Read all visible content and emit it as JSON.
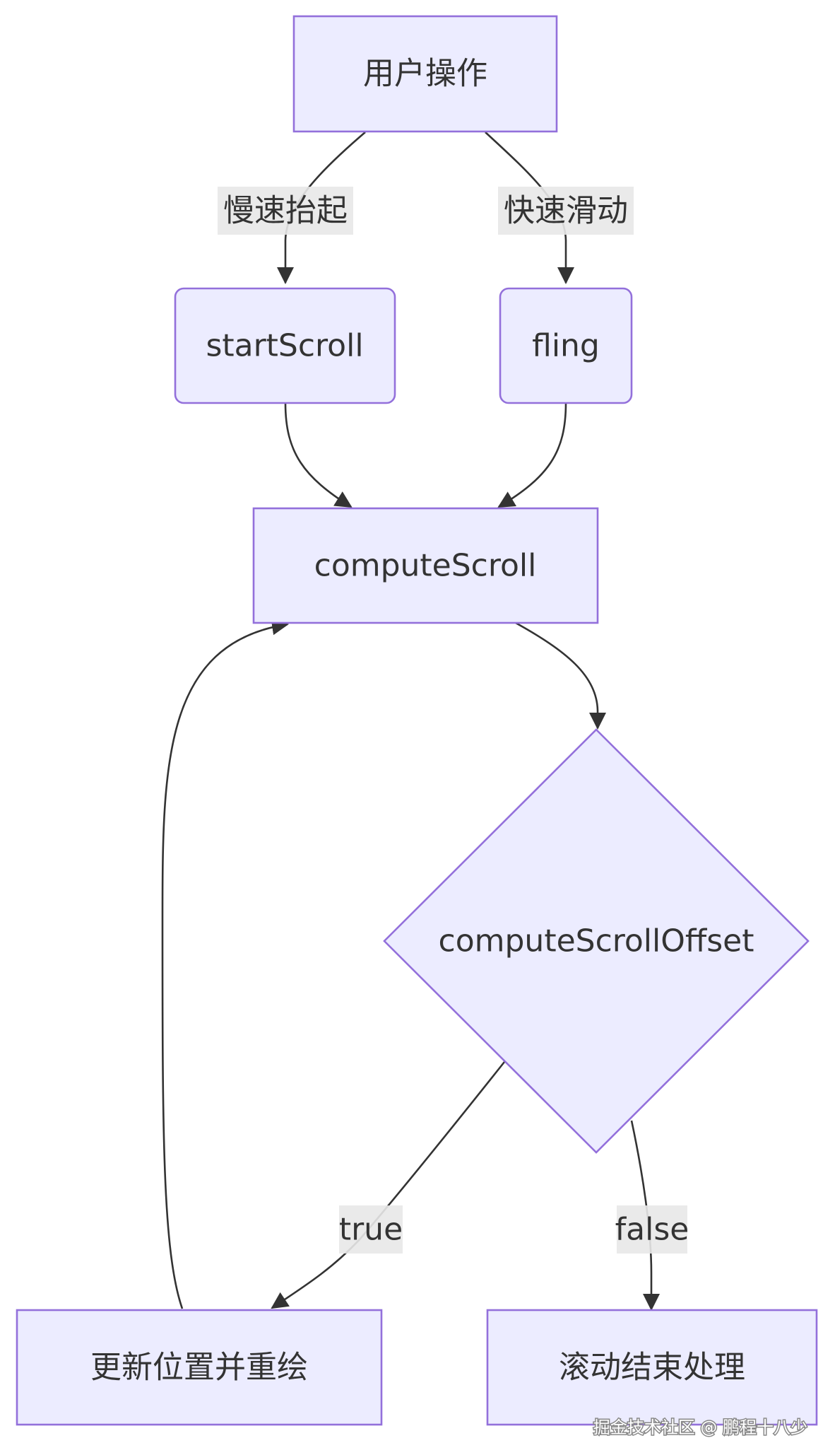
{
  "diagram": {
    "type": "flowchart",
    "nodes": {
      "user_action": "用户操作",
      "start_scroll": "startScroll",
      "fling": "fling",
      "compute_scroll": "computeScroll",
      "compute_scroll_offset": "computeScrollOffset",
      "update_redraw": "更新位置并重绘",
      "scroll_end": "滚动结束处理"
    },
    "edges": {
      "slow_lift": "慢速抬起",
      "fast_swipe": "快速滑动",
      "true_label": "true",
      "false_label": "false"
    }
  },
  "watermark": "掘金技术社区 @ 鹏程十八少",
  "colors": {
    "node_fill": "#ECECFF",
    "node_stroke": "#9370DB",
    "edge": "#333333",
    "label_bg": "#e8e8e8",
    "text": "#333333"
  }
}
